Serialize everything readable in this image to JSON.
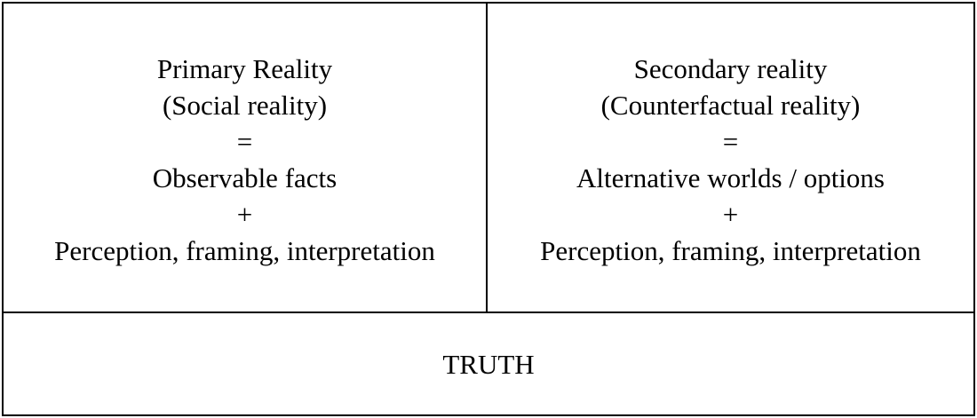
{
  "primary": {
    "title": "Primary Reality",
    "subtitle": "(Social reality)",
    "equals": "=",
    "component1": "Observable facts",
    "plus": "+",
    "component2": "Perception, framing, interpretation"
  },
  "secondary": {
    "title": "Secondary reality",
    "subtitle": "(Counterfactual reality)",
    "equals": "=",
    "component1": "Alternative worlds / options",
    "plus": "+",
    "component2": "Perception, framing, interpretation"
  },
  "bottom": {
    "label": "TRUTH"
  }
}
